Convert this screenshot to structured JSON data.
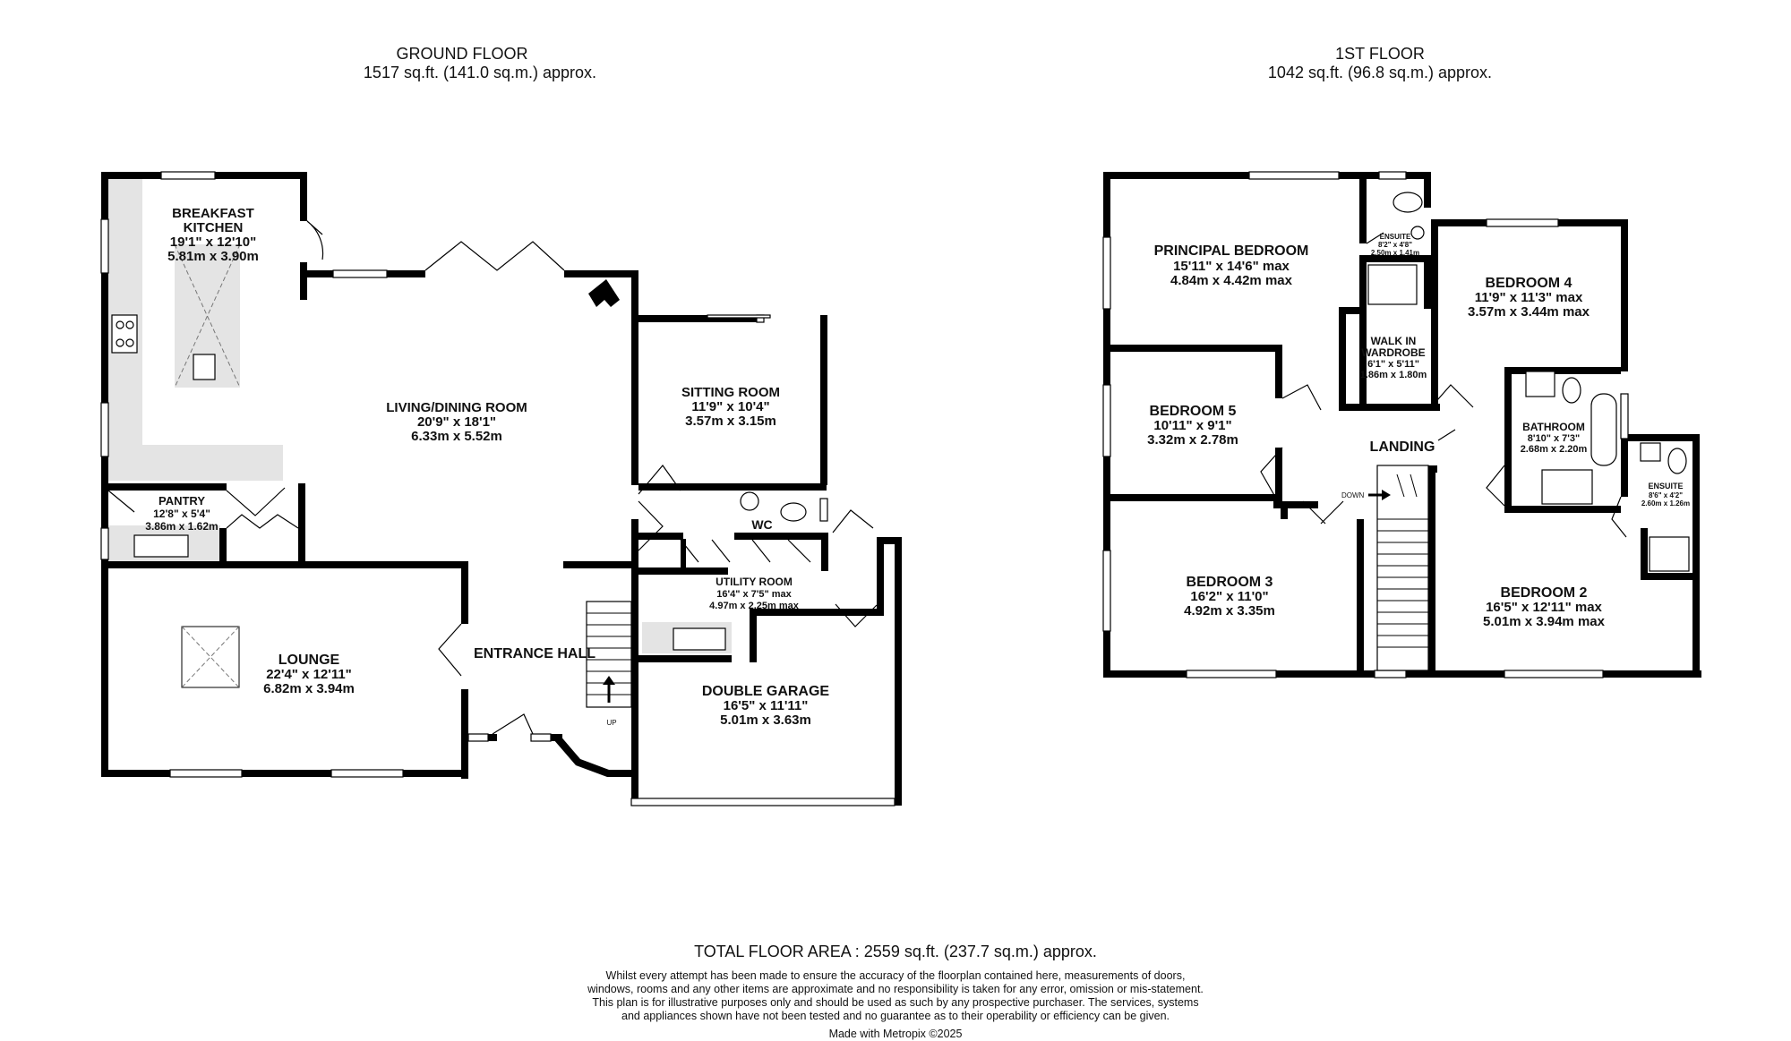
{
  "ground_floor": {
    "title": "GROUND FLOOR",
    "area": "1517 sq.ft. (141.0 sq.m.) approx.",
    "rooms": {
      "breakfast_kitchen": {
        "name1": "BREAKFAST",
        "name2": "KITCHEN",
        "imperial": "19'1\"  x 12'10\"",
        "metric": "5.81m  x 3.90m"
      },
      "living_dining": {
        "name": "LIVING/DINING ROOM",
        "imperial": "20'9\"  x 18'1\"",
        "metric": "6.33m  x 5.52m"
      },
      "sitting_room": {
        "name": "SITTING ROOM",
        "imperial": "11'9\"  x 10'4\"",
        "metric": "3.57m  x 3.15m"
      },
      "pantry": {
        "name": "PANTRY",
        "imperial": "12'8\"  x 5'4\"",
        "metric": "3.86m  x 1.62m"
      },
      "wc": {
        "name": "WC"
      },
      "utility_room": {
        "name": "UTILITY ROOM",
        "imperial": "16'4\"  x 7'5\" max",
        "metric": "4.97m  x 2.25m max"
      },
      "lounge": {
        "name": "LOUNGE",
        "imperial": "22'4\"  x 12'11\"",
        "metric": "6.82m  x 3.94m"
      },
      "entrance_hall": {
        "name": "ENTRANCE HALL"
      },
      "double_garage": {
        "name": "DOUBLE GARAGE",
        "imperial": "16'5\"  x 11'11\"",
        "metric": "5.01m  x 3.63m"
      }
    },
    "stair_label": "UP"
  },
  "first_floor": {
    "title": "1ST FLOOR",
    "area": "1042 sq.ft. (96.8 sq.m.) approx.",
    "rooms": {
      "principal_bedroom": {
        "name": "PRINCIPAL BEDROOM",
        "imperial": "15'11\"  x 14'6\" max",
        "metric": "4.84m  x 4.42m max"
      },
      "ensuite_1": {
        "name": "ENSUITE",
        "imperial": "8'2\"  x 4'8\"",
        "metric": "2.50m  x 1.41m"
      },
      "bedroom_4": {
        "name": "BEDROOM 4",
        "imperial": "11'9\"  x 11'3\" max",
        "metric": "3.57m  x 3.44m max"
      },
      "walk_in_wardrobe": {
        "name1": "WALK IN",
        "name2": "WARDROBE",
        "imperial": "6'1\"  x 5'11\"",
        "metric": "1.86m  x 1.80m"
      },
      "bedroom_5": {
        "name": "BEDROOM 5",
        "imperial": "10'11\"  x 9'1\"",
        "metric": "3.32m  x 2.78m"
      },
      "landing": {
        "name": "LANDING"
      },
      "bathroom": {
        "name": "BATHROOM",
        "imperial": "8'10\"  x 7'3\"",
        "metric": "2.68m  x 2.20m"
      },
      "ensuite_2": {
        "name": "ENSUITE",
        "imperial": "8'6\"  x 4'2\"",
        "metric": "2.60m  x 1.26m"
      },
      "bedroom_3": {
        "name": "BEDROOM 3",
        "imperial": "16'2\"  x 11'0\"",
        "metric": "4.92m  x 3.35m"
      },
      "bedroom_2": {
        "name": "BEDROOM 2",
        "imperial": "16'5\"  x 12'11\" max",
        "metric": "5.01m  x 3.94m max"
      }
    },
    "stair_label": "DOWN"
  },
  "total_area": "TOTAL FLOOR AREA : 2559 sq.ft. (237.7 sq.m.) approx.",
  "disclaimer": "Whilst every attempt has been made to ensure the accuracy of the floorplan contained here, measurements of doors, windows, rooms and any other items are approximate and no responsibility is taken for any error, omission or mis-statement. This plan is for illustrative purposes only and should be used as such by any prospective purchaser. The services, systems and appliances shown have not been tested and no guarantee as to their operability or efficiency can be given.",
  "credit": "Made with Metropix ©2025"
}
